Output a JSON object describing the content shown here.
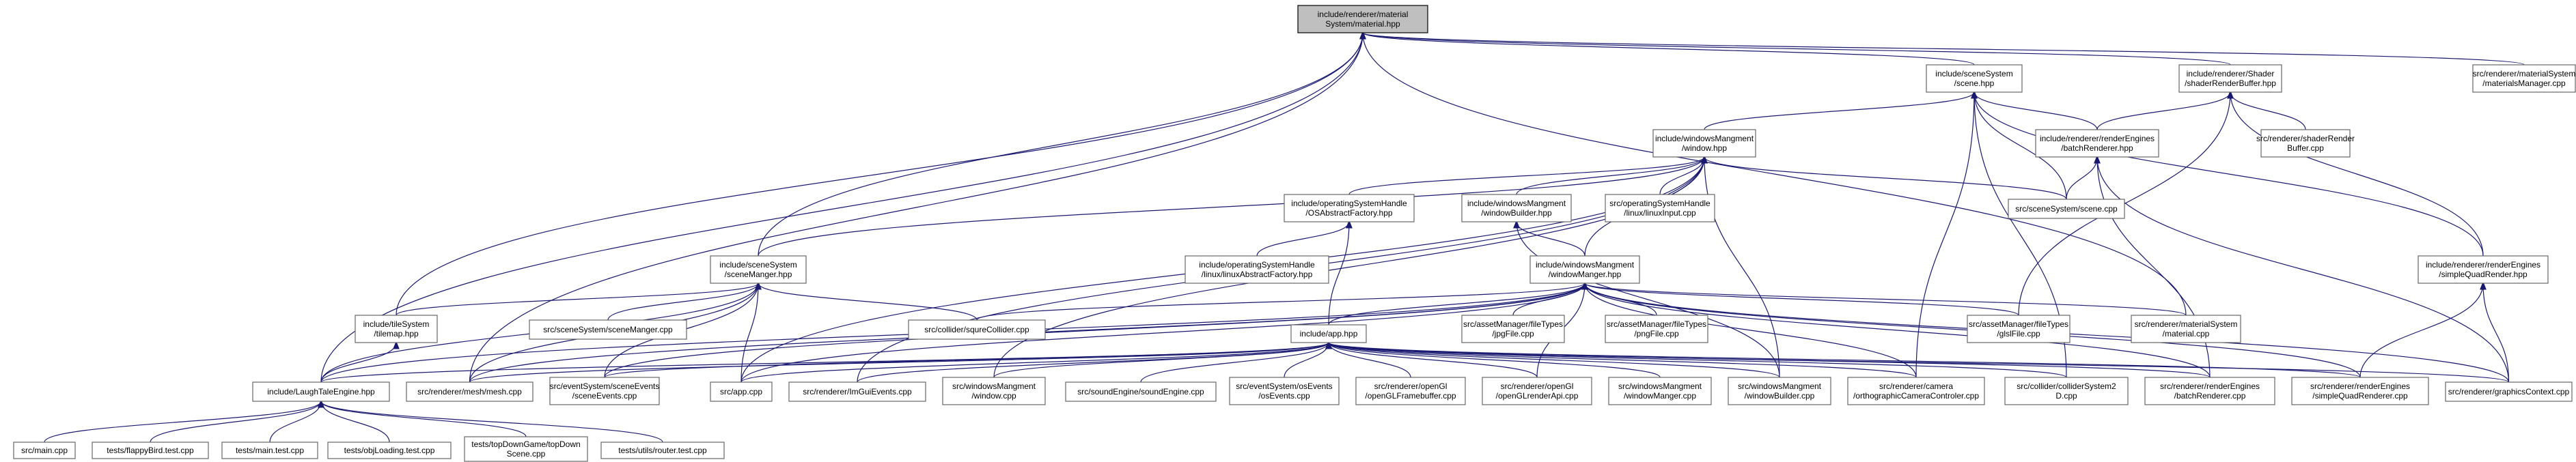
{
  "graph": {
    "type": "include-dependency-graph",
    "edge_color": "#191970",
    "root_fill": "#bfbfbf",
    "nodes": [
      {
        "id": "material_hpp",
        "lines": [
          "include/renderer/material",
          "System/material.hpp"
        ],
        "root": true
      },
      {
        "id": "scene_hpp",
        "lines": [
          "include/sceneSystem",
          "/scene.hpp"
        ]
      },
      {
        "id": "shaderRenderBuffer_hpp",
        "lines": [
          "include/renderer/Shader",
          "/shaderRenderBuffer.hpp"
        ]
      },
      {
        "id": "materialsManager_cpp",
        "lines": [
          "src/renderer/materialSystem",
          "/materialsManager.cpp"
        ]
      },
      {
        "id": "window_hpp",
        "lines": [
          "include/windowsMangment",
          "/window.hpp"
        ]
      },
      {
        "id": "batchRenderer_hpp",
        "lines": [
          "include/renderer/renderEngines",
          "/batchRenderer.hpp"
        ]
      },
      {
        "id": "shaderRenderBuffer_cpp",
        "lines": [
          "src/renderer/shaderRender",
          "Buffer.cpp"
        ]
      },
      {
        "id": "OSAbstractFactory_hpp",
        "lines": [
          "include/operatingSystemHandle",
          "/OSAbstractFactory.hpp"
        ]
      },
      {
        "id": "windowBuilder_hpp",
        "lines": [
          "include/windowsMangment",
          "/windowBuilder.hpp"
        ]
      },
      {
        "id": "linuxInput_cpp",
        "lines": [
          "src/operatingSystemHandle",
          "/linux/linuxInput.cpp"
        ]
      },
      {
        "id": "scene_cpp",
        "lines": [
          "src/sceneSystem/scene.cpp"
        ]
      },
      {
        "id": "linuxAbstractFactory_hpp",
        "lines": [
          "include/operatingSystemHandle",
          "/linux/linuxAbstractFactory.hpp"
        ]
      },
      {
        "id": "sceneManger_hpp",
        "lines": [
          "include/sceneSystem",
          "/sceneManger.hpp"
        ]
      },
      {
        "id": "windowManger_hpp",
        "lines": [
          "include/windowsMangment",
          "/windowManger.hpp"
        ]
      },
      {
        "id": "simpleQuadRender_hpp",
        "lines": [
          "include/renderer/renderEngines",
          "/simpleQuadRender.hpp"
        ]
      },
      {
        "id": "tilemap_hpp",
        "lines": [
          "include/tileSystem",
          "/tilemap.hpp"
        ]
      },
      {
        "id": "sceneManger_cpp",
        "lines": [
          "src/sceneSystem/sceneManger.cpp"
        ]
      },
      {
        "id": "squreCollider_cpp",
        "lines": [
          "src/collider/squreCollider.cpp"
        ]
      },
      {
        "id": "jpgFile_cpp",
        "lines": [
          "src/assetManager/fileTypes",
          "/jpgFile.cpp"
        ]
      },
      {
        "id": "pngFile_cpp",
        "lines": [
          "src/assetManager/fileTypes",
          "/pngFile.cpp"
        ]
      },
      {
        "id": "glslFile_cpp",
        "lines": [
          "src/assetManager/fileTypes",
          "/glslFile.cpp"
        ]
      },
      {
        "id": "material_cpp",
        "lines": [
          "src/renderer/materialSystem",
          "/material.cpp"
        ]
      },
      {
        "id": "app_hpp",
        "lines": [
          "include/app.hpp"
        ]
      },
      {
        "id": "LaughTaleEngine_hpp",
        "lines": [
          "include/LaughTaleEngine.hpp"
        ]
      },
      {
        "id": "mesh_cpp",
        "lines": [
          "src/renderer/mesh/mesh.cpp"
        ]
      },
      {
        "id": "sceneEvents_cpp",
        "lines": [
          "src/eventSystem/sceneEvents",
          "/sceneEvents.cpp"
        ]
      },
      {
        "id": "app_cpp",
        "lines": [
          "src/app.cpp"
        ]
      },
      {
        "id": "ImGuiEvents_cpp",
        "lines": [
          "src/renderer/ImGuiEvents.cpp"
        ]
      },
      {
        "id": "window_cpp",
        "lines": [
          "src/windowsMangment",
          "/window.cpp"
        ]
      },
      {
        "id": "soundEngine_cpp",
        "lines": [
          "src/soundEngine/soundEngine.cpp"
        ]
      },
      {
        "id": "osEvents_cpp",
        "lines": [
          "src/eventSystem/osEvents",
          "/osEvents.cpp"
        ]
      },
      {
        "id": "openGLFramebuffer_cpp",
        "lines": [
          "src/renderer/openGl",
          "/openGLFramebuffer.cpp"
        ]
      },
      {
        "id": "openGLrenderApi_cpp",
        "lines": [
          "src/renderer/openGl",
          "/openGLrenderApi.cpp"
        ]
      },
      {
        "id": "windowManger_cpp",
        "lines": [
          "src/windowsMangment",
          "/windowManger.cpp"
        ]
      },
      {
        "id": "windowBuilder_cpp",
        "lines": [
          "src/windowsMangment",
          "/windowBuilder.cpp"
        ]
      },
      {
        "id": "orthographicCameraControler_cpp",
        "lines": [
          "src/renderer/camera",
          "/orthographicCameraControler.cpp"
        ]
      },
      {
        "id": "colliderSystem2D_cpp",
        "lines": [
          "src/collider/colliderSystem2",
          "D.cpp"
        ]
      },
      {
        "id": "batchRenderer_cpp",
        "lines": [
          "src/renderer/renderEngines",
          "/batchRenderer.cpp"
        ]
      },
      {
        "id": "simpleQuadRenderer_cpp",
        "lines": [
          "src/renderer/renderEngines",
          "/simpleQuadRenderer.cpp"
        ]
      },
      {
        "id": "graphicsContext_cpp",
        "lines": [
          "src/renderer/graphicsContext.cpp"
        ]
      },
      {
        "id": "main_cpp",
        "lines": [
          "src/main.cpp"
        ]
      },
      {
        "id": "flappyBird_test_cpp",
        "lines": [
          "tests/flappyBird.test.cpp"
        ]
      },
      {
        "id": "main_test_cpp",
        "lines": [
          "tests/main.test.cpp"
        ]
      },
      {
        "id": "objLoading_test_cpp",
        "lines": [
          "tests/objLoading.test.cpp"
        ]
      },
      {
        "id": "topDownScene_cpp",
        "lines": [
          "tests/topDownGame/topDown",
          "Scene.cpp"
        ]
      },
      {
        "id": "router_test_cpp",
        "lines": [
          "tests/utils/router.test.cpp"
        ]
      }
    ],
    "edges": [
      [
        "scene_hpp",
        "material_hpp"
      ],
      [
        "shaderRenderBuffer_hpp",
        "material_hpp"
      ],
      [
        "materialsManager_cpp",
        "material_hpp"
      ],
      [
        "sceneManger_hpp",
        "material_hpp"
      ],
      [
        "tilemap_hpp",
        "material_hpp"
      ],
      [
        "LaughTaleEngine_hpp",
        "material_hpp"
      ],
      [
        "mesh_cpp",
        "material_hpp"
      ],
      [
        "material_cpp",
        "material_hpp"
      ],
      [
        "window_hpp",
        "scene_hpp"
      ],
      [
        "scene_cpp",
        "scene_hpp"
      ],
      [
        "batchRenderer_hpp",
        "scene_hpp"
      ],
      [
        "simpleQuadRender_hpp",
        "scene_hpp"
      ],
      [
        "colliderSystem2D_cpp",
        "scene_hpp"
      ],
      [
        "orthographicCameraControler_cpp",
        "scene_hpp"
      ],
      [
        "batchRenderer_hpp",
        "shaderRenderBuffer_hpp"
      ],
      [
        "shaderRenderBuffer_cpp",
        "shaderRenderBuffer_hpp"
      ],
      [
        "simpleQuadRender_hpp",
        "shaderRenderBuffer_hpp"
      ],
      [
        "glslFile_cpp",
        "shaderRenderBuffer_hpp"
      ],
      [
        "OSAbstractFactory_hpp",
        "window_hpp"
      ],
      [
        "windowBuilder_hpp",
        "window_hpp"
      ],
      [
        "linuxInput_cpp",
        "window_hpp"
      ],
      [
        "scene_cpp",
        "window_hpp"
      ],
      [
        "windowManger_hpp",
        "window_hpp"
      ],
      [
        "sceneManger_hpp",
        "window_hpp"
      ],
      [
        "app_cpp",
        "window_hpp"
      ],
      [
        "window_cpp",
        "window_hpp"
      ],
      [
        "ImGuiEvents_cpp",
        "window_hpp"
      ],
      [
        "windowBuilder_cpp",
        "window_hpp"
      ],
      [
        "scene_cpp",
        "batchRenderer_hpp"
      ],
      [
        "batchRenderer_cpp",
        "batchRenderer_hpp"
      ],
      [
        "graphicsContext_cpp",
        "batchRenderer_hpp"
      ],
      [
        "linuxAbstractFactory_hpp",
        "OSAbstractFactory_hpp"
      ],
      [
        "app_hpp",
        "OSAbstractFactory_hpp"
      ],
      [
        "windowManger_hpp",
        "windowBuilder_hpp"
      ],
      [
        "windowBuilder_cpp",
        "windowBuilder_hpp"
      ],
      [
        "tilemap_hpp",
        "sceneManger_hpp"
      ],
      [
        "sceneManger_cpp",
        "sceneManger_hpp"
      ],
      [
        "squreCollider_cpp",
        "sceneManger_hpp"
      ],
      [
        "LaughTaleEngine_hpp",
        "sceneManger_hpp"
      ],
      [
        "mesh_cpp",
        "sceneManger_hpp"
      ],
      [
        "sceneEvents_cpp",
        "sceneManger_hpp"
      ],
      [
        "app_cpp",
        "sceneManger_hpp"
      ],
      [
        "app_hpp",
        "windowManger_hpp"
      ],
      [
        "squreCollider_cpp",
        "windowManger_hpp"
      ],
      [
        "jpgFile_cpp",
        "windowManger_hpp"
      ],
      [
        "pngFile_cpp",
        "windowManger_hpp"
      ],
      [
        "glslFile_cpp",
        "windowManger_hpp"
      ],
      [
        "material_cpp",
        "windowManger_hpp"
      ],
      [
        "LaughTaleEngine_hpp",
        "windowManger_hpp"
      ],
      [
        "mesh_cpp",
        "windowManger_hpp"
      ],
      [
        "sceneEvents_cpp",
        "windowManger_hpp"
      ],
      [
        "app_cpp",
        "windowManger_hpp"
      ],
      [
        "batchRenderer_cpp",
        "windowManger_hpp"
      ],
      [
        "simpleQuadRenderer_cpp",
        "windowManger_hpp"
      ],
      [
        "graphicsContext_cpp",
        "windowManger_hpp"
      ],
      [
        "orthographicCameraControler_cpp",
        "windowManger_hpp"
      ],
      [
        "openGLrenderApi_cpp",
        "windowManger_hpp"
      ],
      [
        "simpleQuadRenderer_cpp",
        "simpleQuadRender_hpp"
      ],
      [
        "graphicsContext_cpp",
        "simpleQuadRender_hpp"
      ],
      [
        "LaughTaleEngine_hpp",
        "tilemap_hpp"
      ],
      [
        "LaughTaleEngine_hpp",
        "app_hpp"
      ],
      [
        "mesh_cpp",
        "app_hpp"
      ],
      [
        "sceneEvents_cpp",
        "app_hpp"
      ],
      [
        "app_cpp",
        "app_hpp"
      ],
      [
        "ImGuiEvents_cpp",
        "app_hpp"
      ],
      [
        "window_cpp",
        "app_hpp"
      ],
      [
        "soundEngine_cpp",
        "app_hpp"
      ],
      [
        "osEvents_cpp",
        "app_hpp"
      ],
      [
        "openGLFramebuffer_cpp",
        "app_hpp"
      ],
      [
        "openGLrenderApi_cpp",
        "app_hpp"
      ],
      [
        "windowManger_cpp",
        "app_hpp"
      ],
      [
        "windowBuilder_cpp",
        "app_hpp"
      ],
      [
        "orthographicCameraControler_cpp",
        "app_hpp"
      ],
      [
        "colliderSystem2D_cpp",
        "app_hpp"
      ],
      [
        "batchRenderer_cpp",
        "app_hpp"
      ],
      [
        "simpleQuadRenderer_cpp",
        "app_hpp"
      ],
      [
        "graphicsContext_cpp",
        "app_hpp"
      ],
      [
        "main_cpp",
        "LaughTaleEngine_hpp"
      ],
      [
        "flappyBird_test_cpp",
        "LaughTaleEngine_hpp"
      ],
      [
        "main_test_cpp",
        "LaughTaleEngine_hpp"
      ],
      [
        "objLoading_test_cpp",
        "LaughTaleEngine_hpp"
      ],
      [
        "topDownScene_cpp",
        "LaughTaleEngine_hpp"
      ],
      [
        "router_test_cpp",
        "LaughTaleEngine_hpp"
      ]
    ]
  }
}
